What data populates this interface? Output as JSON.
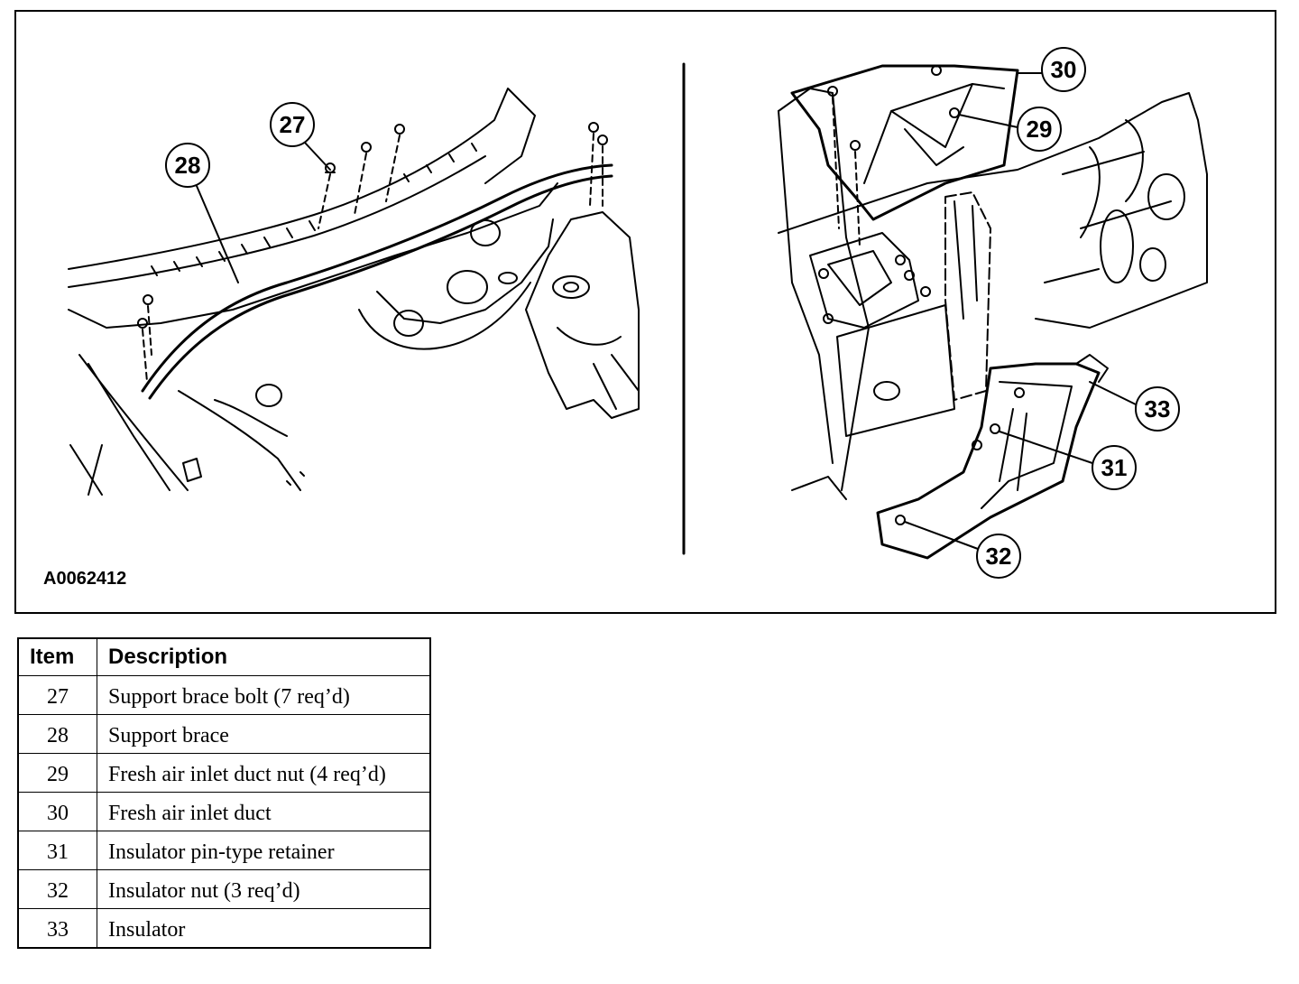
{
  "figure": {
    "id_label": "A0062412",
    "callouts": {
      "c27": "27",
      "c28": "28",
      "c29": "29",
      "c30": "30",
      "c31": "31",
      "c32": "32",
      "c33": "33"
    }
  },
  "table": {
    "headers": {
      "item": "Item",
      "description": "Description"
    },
    "rows": [
      {
        "item": "27",
        "description": "Support brace bolt (7 req’d)"
      },
      {
        "item": "28",
        "description": "Support brace"
      },
      {
        "item": "29",
        "description": "Fresh air inlet duct nut (4 req’d)"
      },
      {
        "item": "30",
        "description": "Fresh air inlet duct"
      },
      {
        "item": "31",
        "description": "Insulator pin-type retainer"
      },
      {
        "item": "32",
        "description": "Insulator nut (3 req’d)"
      },
      {
        "item": "33",
        "description": "Insulator"
      }
    ]
  }
}
